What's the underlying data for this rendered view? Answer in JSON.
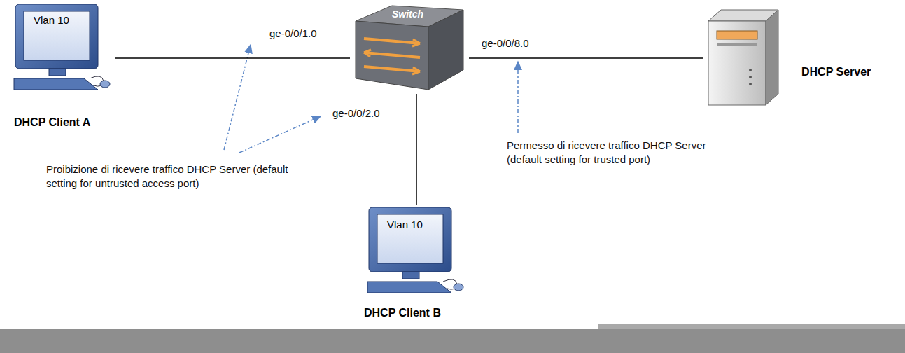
{
  "diagram": {
    "nodes": [
      {
        "text": [
          "Vlan 10",
          "DHCP Client A"
        ]
      },
      {
        "text": [
          "Switch"
        ]
      },
      {
        "text": [
          "DHCP Server"
        ]
      },
      {
        "text": [
          "Vlan 10",
          "DHCP Client B"
        ]
      }
    ],
    "edges": [
      {
        "from": 0,
        "to": 1,
        "arrow": "none"
      },
      {
        "from": 1,
        "to": 2,
        "arrow": "none"
      },
      {
        "from": 1,
        "to": 3,
        "arrow": "none"
      }
    ],
    "labels": [
      "ge-0/0/1.0",
      "ge-0/0/2.0",
      "ge-0/0/8.0",
      "Proibizione di ricevere traffico DHCP Server (default setting for untrusted access port)",
      "Permesso di ricevere traffico DHCP Server (default setting for trusted port)"
    ]
  }
}
